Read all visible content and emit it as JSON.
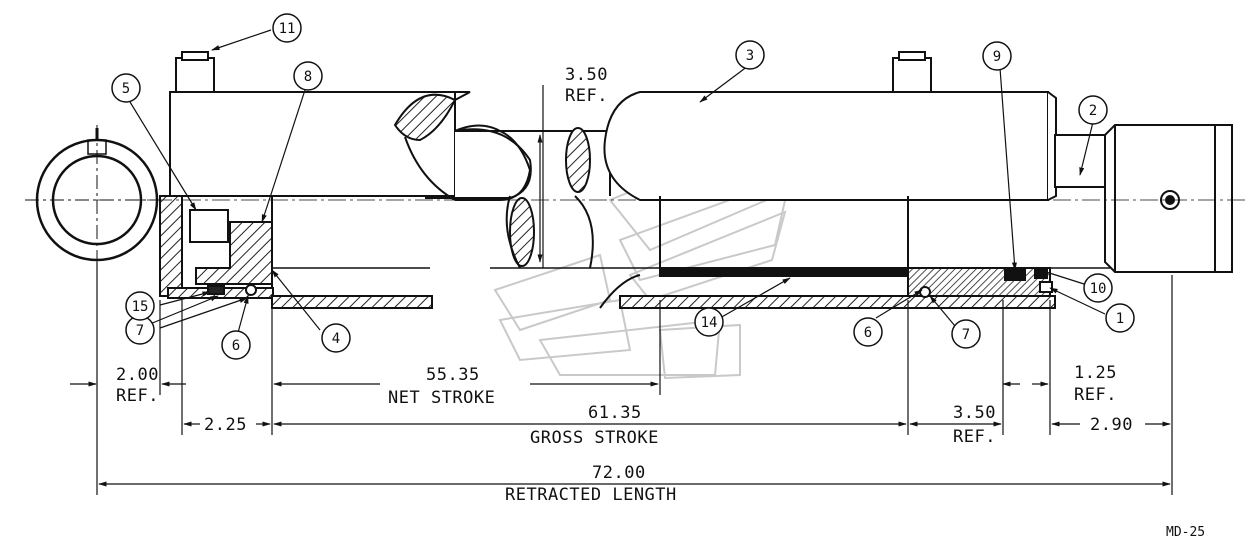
{
  "drawing_code": "MD-25",
  "colors": {
    "line": "#111111",
    "hatch": "#222222",
    "paper": "#ffffff"
  },
  "balloons": [
    {
      "id": "b1",
      "label": "1"
    },
    {
      "id": "b2",
      "label": "2"
    },
    {
      "id": "b3",
      "label": "3"
    },
    {
      "id": "b4",
      "label": "4"
    },
    {
      "id": "b5",
      "label": "5"
    },
    {
      "id": "b6a",
      "label": "6"
    },
    {
      "id": "b6b",
      "label": "6"
    },
    {
      "id": "b7a",
      "label": "7"
    },
    {
      "id": "b7b",
      "label": "7"
    },
    {
      "id": "b8",
      "label": "8"
    },
    {
      "id": "b9",
      "label": "9"
    },
    {
      "id": "b10",
      "label": "10"
    },
    {
      "id": "b11",
      "label": "11"
    },
    {
      "id": "b14",
      "label": "14"
    },
    {
      "id": "b15",
      "label": "15"
    }
  ],
  "dimensions": {
    "rod_ref": {
      "value": "3.50",
      "note": "REF."
    },
    "left_ref": {
      "value": "2.00",
      "note": "REF."
    },
    "left_offset": {
      "value": "2.25"
    },
    "net_stroke": {
      "value": "55.35",
      "label": "NET STROKE"
    },
    "gross_stroke": {
      "value": "61.35",
      "label": "GROSS STROKE"
    },
    "right_ref": {
      "value": "3.50",
      "note": "REF."
    },
    "port_ref": {
      "value": "1.25",
      "note": "REF."
    },
    "right_offset": {
      "value": "2.90"
    },
    "retracted": {
      "value": "72.00",
      "label": "RETRACTED LENGTH"
    }
  }
}
